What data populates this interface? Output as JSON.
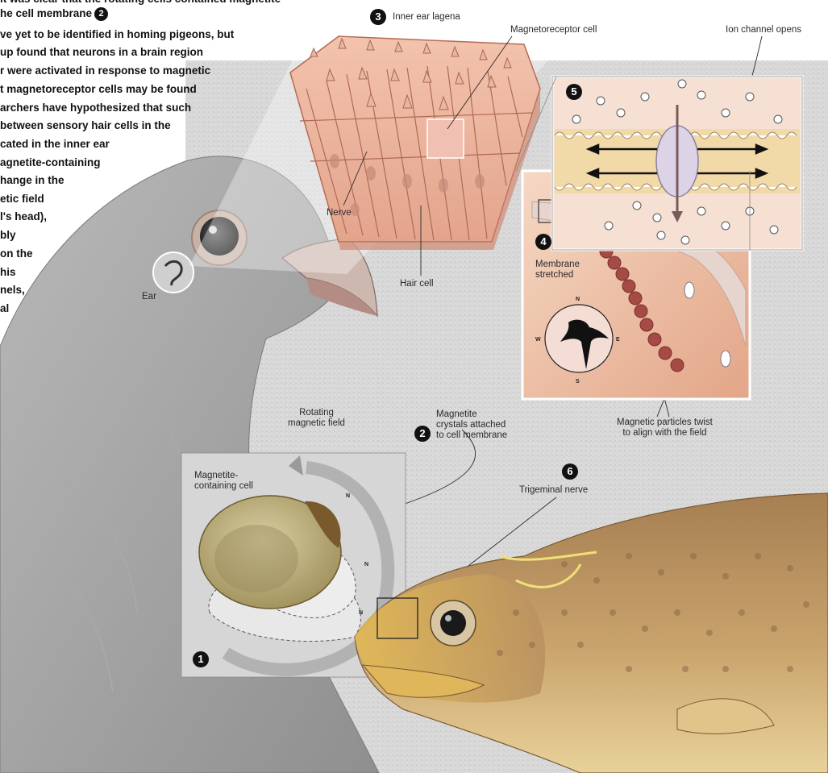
{
  "intro": {
    "lines": [
      "it was clear that the rotating cells contained magnetite",
      "he cell membrane",
      "ve yet to be identified in homing pigeons, but",
      "up found that neurons in a brain region",
      "r were activated in response to magnetic",
      "t magnetoreceptor cells may be found",
      "archers have hypothesized that such",
      "between sensory hair cells in the",
      "cated in the inner ear",
      "agnetite-containing",
      "hange in the",
      "etic field",
      "l's head),",
      "bly",
      "on the",
      "his",
      "nels,",
      "al"
    ],
    "inline_marker": "2"
  },
  "labels": {
    "ear": "Ear",
    "inner_ear_lagena": "Inner ear lagena",
    "magnetoreceptor_cell": "Magnetoreceptor cell",
    "ion_channel_opens": "Ion channel opens",
    "nerve": "Nerve",
    "hair_cell": "Hair cell",
    "membrane_stretched": [
      "Membrane",
      "stretched"
    ],
    "magnetic_particles": [
      "Magnetic particles twist",
      "to align with the field"
    ],
    "rotating_field": [
      "Rotating",
      "magnetic field"
    ],
    "magnetite_crystals": [
      "Magnetite",
      "crystals attached",
      "to cell membrane"
    ],
    "magnetite_cell": [
      "Magnetite-",
      "containing cell"
    ],
    "trigeminal_nerve": "Trigeminal nerve",
    "north": "N",
    "compass": {
      "n": "N",
      "s": "S",
      "e": "E",
      "w": "W"
    }
  },
  "markers": {
    "m1": "1",
    "m2": "2",
    "m3": "3",
    "m4": "4",
    "m5": "5",
    "m6": "6"
  },
  "colors": {
    "stipple": "#dcdcdc",
    "panel_tint": "#d7d7d7",
    "lagena_tissue": "#e9b39e",
    "membrane_box": "#f1cfb9",
    "particles": "#9a4b45",
    "trout_body": "#c29a66",
    "pigeon": "#9a9a9a"
  }
}
